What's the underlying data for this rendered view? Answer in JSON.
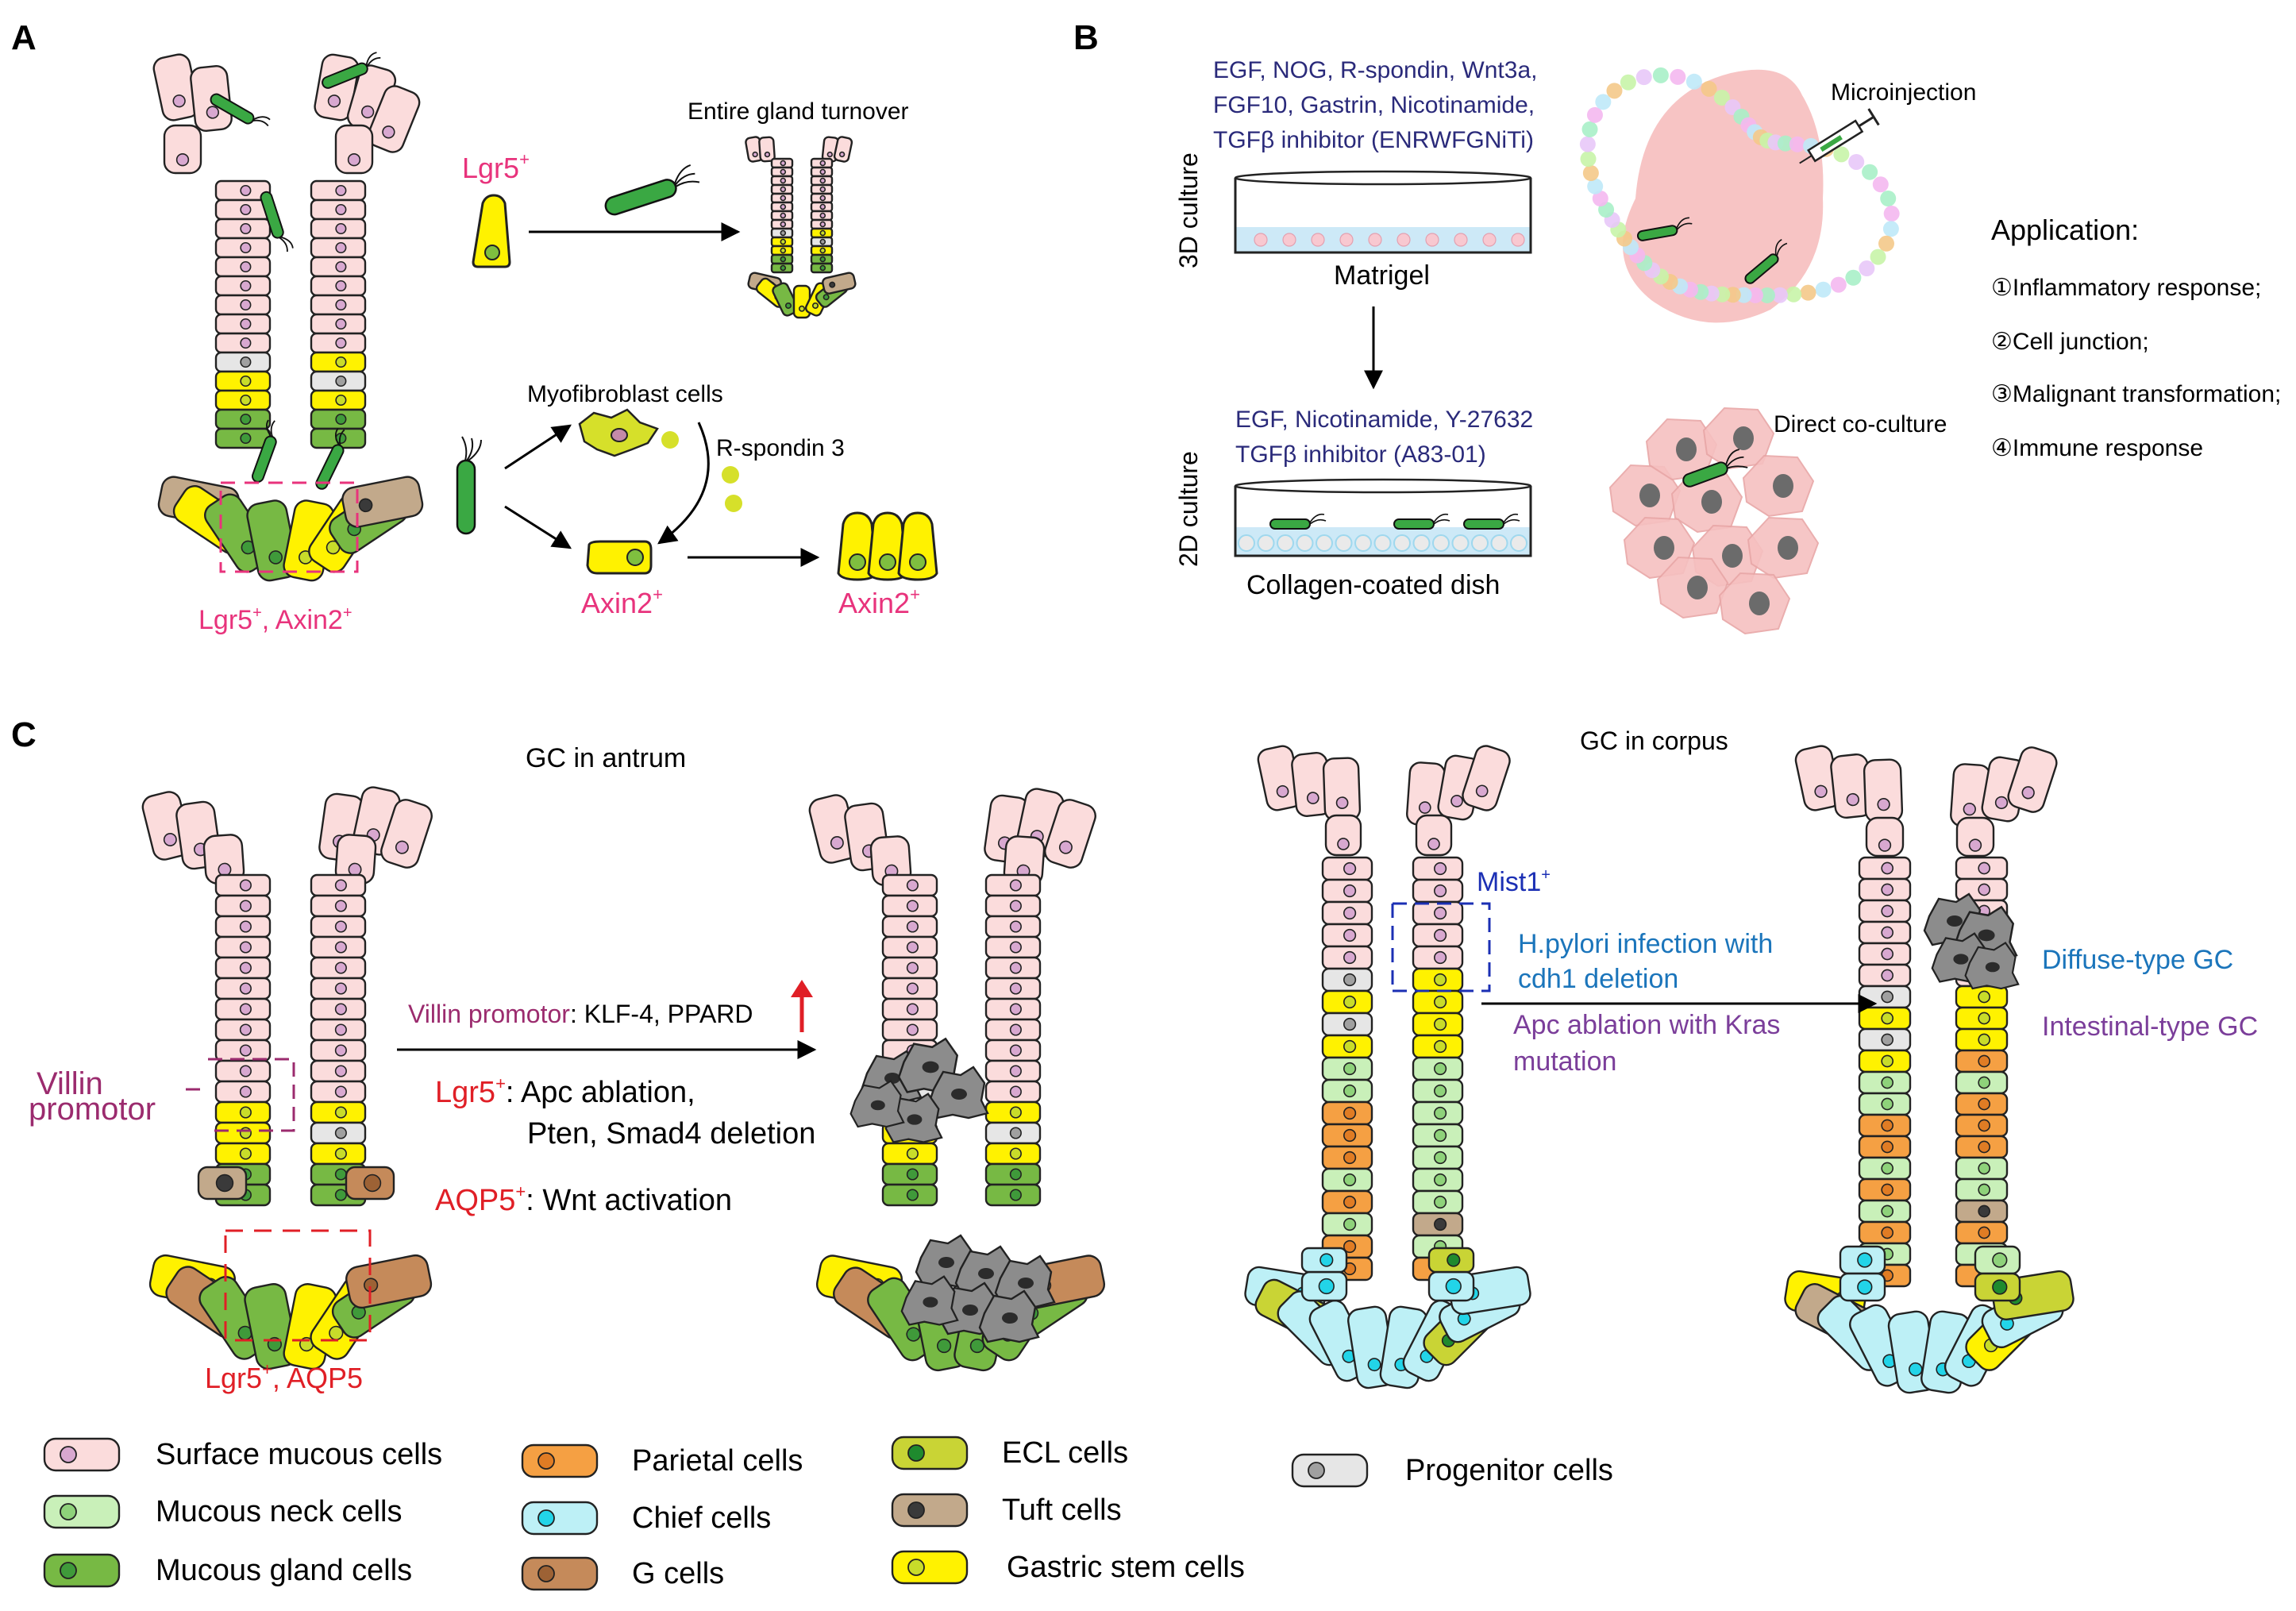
{
  "panels": {
    "a": {
      "letter": "A",
      "lgr5_label": "Lgr5",
      "entire_gland": "Entire gland turnover",
      "myofibroblast": "Myofibroblast cells",
      "r_spondin": "R-spondin 3",
      "axin2_label": "Axin2",
      "axin2_label2": "Axin2",
      "stem_box_label_a": "Lgr5",
      "stem_box_label_b": ", Axin2"
    },
    "b": {
      "letter": "B",
      "culture3d_factors": [
        "EGF, NOG, R-spondin, Wnt3a,",
        "FGF10, Gastrin, Nicotinamide,",
        "TGFβ inhibitor (ENRWFGNiTi)"
      ],
      "culture3d_label": "3D culture",
      "matrigel": "Matrigel",
      "culture2d_factors": [
        "EGF, Nicotinamide, Y-27632",
        "TGFβ inhibitor (A83-01)"
      ],
      "culture2d_label": "2D culture",
      "collagen_dish": "Collagen-coated dish",
      "microinjection": "Microinjection",
      "coculture": "Direct co-culture",
      "application_title": "Application:",
      "applications": [
        "①Inflammatory response;",
        "②Cell junction;",
        "③Malignant transformation;",
        "④Immune response"
      ]
    },
    "c": {
      "letter": "C",
      "antrum_title": "GC in antrum",
      "corpus_title": "GC in corpus",
      "villin_box": [
        "Villin",
        "promotor"
      ],
      "villin_text": "Villin promotor",
      "villin_genes": ": KLF-4, PPARD",
      "lgr5_prefix": "Lgr5",
      "lgr5_text_1": ": Apc ablation,",
      "lgr5_text_2": "Pten, Smad4 deletion",
      "aqp5_prefix": "AQP5",
      "aqp5_text": ": Wnt activation",
      "stem_label_a": "Lgr5",
      "stem_label_b": ", AQP5",
      "mist1": "Mist1",
      "hpylori": [
        "H.pylori infection with",
        "cdh1 deletion"
      ],
      "apc_kras": [
        "Apc ablation with Kras",
        "mutation"
      ],
      "diffuse_gc": "Diffuse-type GC",
      "intestinal_gc": "Intestinal-type GC"
    }
  },
  "legend": [
    {
      "label": "Surface mucous cells",
      "color": "#fbdcdc",
      "nucleus": "#d8a8d0"
    },
    {
      "label": "Mucous neck cells",
      "color": "#c9f0b9",
      "nucleus": "#8ed27a"
    },
    {
      "label": "Mucous gland cells",
      "color": "#77b944",
      "nucleus": "#3f9a3a"
    },
    {
      "label": "Parietal cells",
      "color": "#f5a043",
      "nucleus": "#e07c24"
    },
    {
      "label": "Chief cells",
      "color": "#bdf0f6",
      "nucleus": "#22d4e8"
    },
    {
      "label": "G cells",
      "color": "#c58a5a",
      "nucleus": "#9d6235"
    },
    {
      "label": "ECL cells",
      "color": "#c9d435",
      "nucleus": "#1f8a2e"
    },
    {
      "label": "Tuft cells",
      "color": "#c2a98b",
      "nucleus": "#3a3a3a"
    },
    {
      "label": "Gastric stem cells",
      "color": "#fff200",
      "nucleus": "#c8dc2a"
    },
    {
      "label": "Progenitor cells",
      "color": "#e6e6e6",
      "nucleus": "#a0a0a0"
    }
  ],
  "colors": {
    "magenta_label": "#e8337c",
    "dark_red_label": "#e01f26",
    "navy_text": "#2a2a7a",
    "purple_text": "#7b3e9a",
    "blue_text": "#1b75bb",
    "plum_text": "#9b2b6e"
  }
}
